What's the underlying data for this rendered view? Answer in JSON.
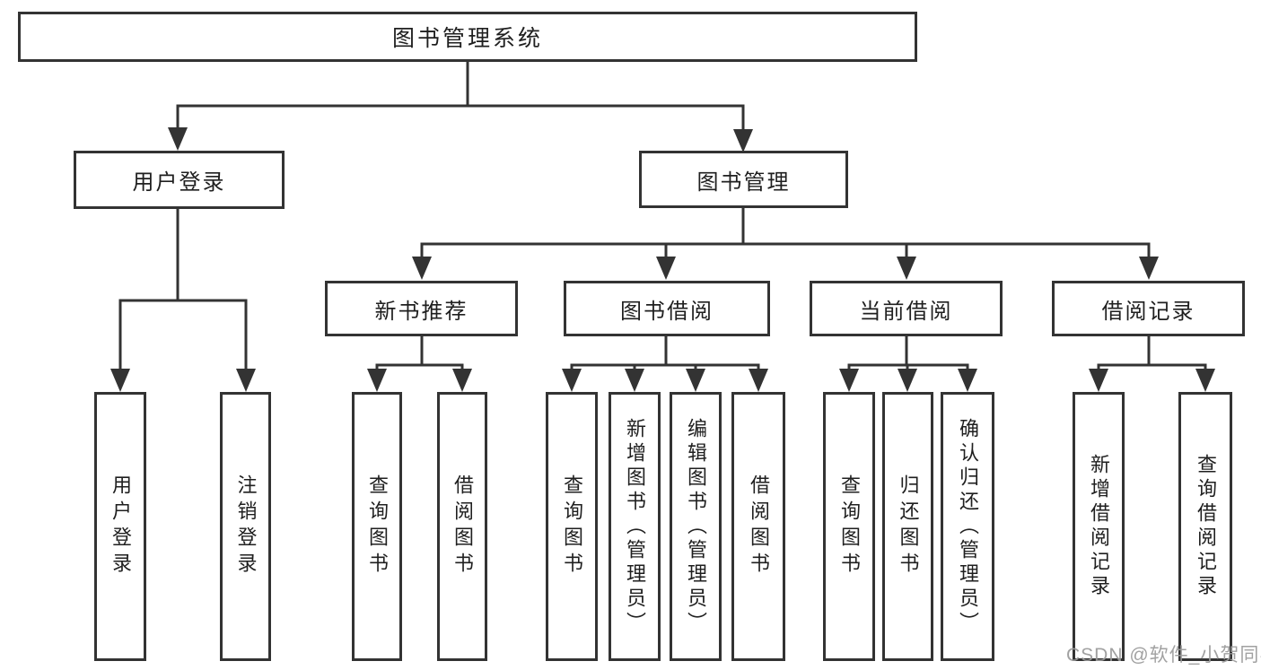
{
  "diagram": {
    "tree": {
      "root": {
        "label": "图书管理系统",
        "children": [
          {
            "label": "用户登录",
            "children": [
              "用户登录",
              "注销登录"
            ]
          },
          {
            "label": "图书管理",
            "children": [
              {
                "label": "新书推荐",
                "children": [
                  "查询图书",
                  "借阅图书"
                ]
              },
              {
                "label": "图书借阅",
                "children": [
                  "查询图书",
                  "新增图书（管理员）",
                  "编辑图书（管理员）",
                  "借阅图书"
                ]
              },
              {
                "label": "当前借阅",
                "children": [
                  "查询图书",
                  "归还图书",
                  "确认归还（管理员）"
                ]
              },
              {
                "label": "借阅记录",
                "children": [
                  "新增借阅记录",
                  "查询借阅记录"
                ]
              }
            ]
          }
        ]
      }
    },
    "line_color": "#333333",
    "box_background": "#ffffff"
  },
  "watermark": {
    "text": "CSDN @软件_小贺同学"
  }
}
